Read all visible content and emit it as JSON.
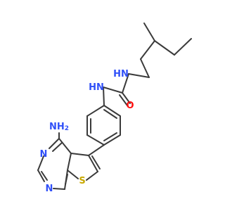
{
  "molecule": {
    "atoms": {
      "nh_top": {
        "text": "N",
        "hydrogen": "H",
        "color": "#3050f8"
      },
      "nh_mid": {
        "text": "N",
        "hydrogen": "H",
        "color": "#3050f8"
      },
      "carbonyl_o": {
        "text": "O",
        "color": "#ff0d0d"
      },
      "nh2": {
        "text": "NH",
        "subscript": "2",
        "color": "#3050f8"
      },
      "pyrimidine_n3": {
        "text": "N",
        "color": "#3050f8"
      },
      "pyrimidine_n1": {
        "text": "N",
        "color": "#3050f8"
      },
      "thiophene_s": {
        "text": "S",
        "color": "#c8a800"
      }
    },
    "bond_color": "#3a3a3a",
    "background": "#ffffff"
  }
}
